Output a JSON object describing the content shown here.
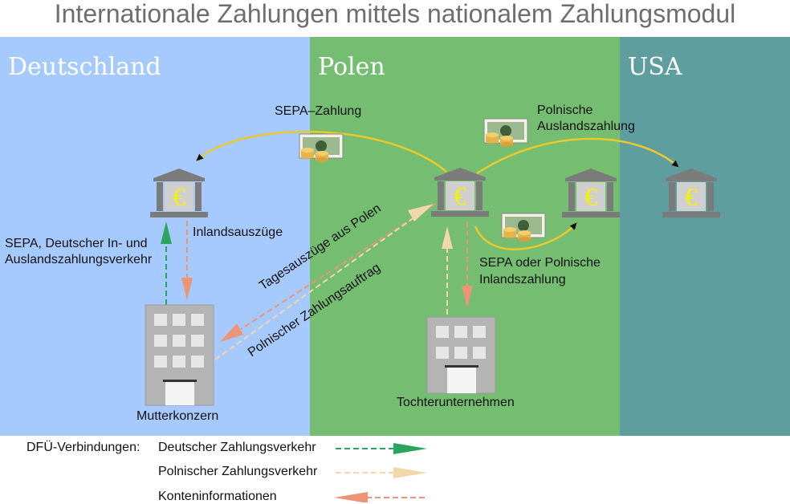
{
  "title": "Internationale Zahlungen mittels nationalem Zahlungsmodul",
  "regions": {
    "de": "Deutschland",
    "pl": "Polen",
    "us": "USA"
  },
  "bank_symbol": "€",
  "labels": {
    "sepa_zahlung": "SEPA–Zahlung",
    "polnische_auslandszahlung_1": "Polnische",
    "polnische_auslandszahlung_2": "Auslandszahlung",
    "inlandsauszuege": "Inlandsauszüge",
    "sepa_deutscher_1": "SEPA, Deutscher In- und",
    "sepa_deutscher_2": "Auslandszahlungsverkehr",
    "tagesauszuege": "Tagesauszüge aus Polen",
    "polnischer_zahlungsauftrag": "Polnischer Zahlungsauftrag",
    "sepa_oder_polnische_1": "SEPA oder Polnische",
    "sepa_oder_polnische_2": "Inlandszahlung",
    "mutterkonzern": "Mutterkonzern",
    "tochterunternehmen": "Tochterunternehmen"
  },
  "legend": {
    "heading": "DFÜ-Verbindungen:",
    "items": [
      {
        "label": "Deutscher Zahlungsverkehr",
        "color": "#2aa45e"
      },
      {
        "label": "Polnischer Zahlungsverkehr",
        "color": "#f2d7ad"
      },
      {
        "label": "Konteninformationen",
        "color": "#eb9476"
      }
    ]
  },
  "colors": {
    "payment_flow": "#e9c92e",
    "green_arrow": "#2aa45e",
    "beige_arrow": "#f2d7ad",
    "salmon_arrow": "#eb9476",
    "bank": "#7b7b7b",
    "euro": "#f5f200"
  }
}
